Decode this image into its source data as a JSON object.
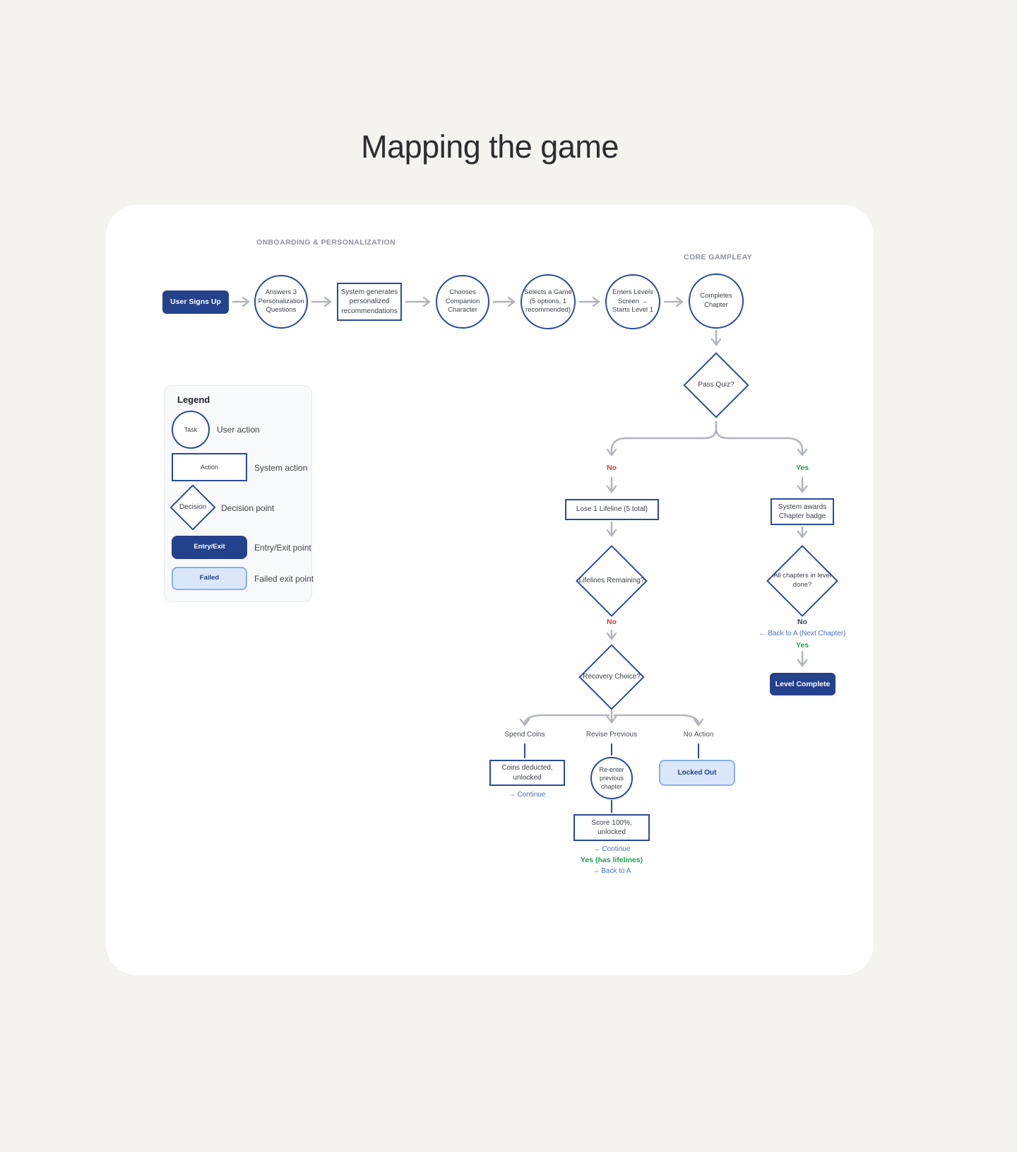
{
  "title": "Mapping the game",
  "sections": {
    "onboarding": "ONBOARDING & PERSONALIZATION",
    "core": "CORE GAMPLEAY"
  },
  "flow": {
    "user_signs_up": "User Signs Up",
    "answers_questions": "Answers 3 Personalization Questions",
    "system_generates": "System generates personalized recommendations",
    "chooses_companion": "Chooses Companion Character",
    "selects_game": "Selects a Game (5 options, 1 recommended)",
    "enters_levels": "Enters Levels Screen → Starts Level 1",
    "completes_chapter": "Completes Chapter",
    "pass_quiz": "Pass Quiz?",
    "pass_quiz_no": "No",
    "pass_quiz_yes": "Yes",
    "lose_lifeline": "Lose 1 Lifeline (5 total)",
    "system_awards": "System awards Chapter badge",
    "lifelines_remaining": "Lifelines Remaining?",
    "lifelines_no": "No",
    "all_chapters_done": "All chapters in level done?",
    "all_chapters_no": "No",
    "back_to_a_next_chapter": "← Back to A (Next Chapter)",
    "all_chapters_yes": "Yes",
    "level_complete": "Level Complete",
    "recovery_choice": "Recovery Choice?",
    "spend_coins": "Spend Coins",
    "revise_previous": "Revise Previous",
    "no_action": "No Action",
    "coins_deducted": "Coins deducted, unlocked",
    "continue_spend": "→ Continue",
    "reenter_chapter": "Re-enter previous chapter",
    "score_100": "Score 100%, unlocked",
    "continue_revise": "→ Continue",
    "yes_has_lifelines": "Yes (has lifelines)",
    "back_to_a": "→ Back to A",
    "locked_out": "Locked Out"
  },
  "legend": {
    "title": "Legend",
    "items": [
      {
        "shape_label": "Task",
        "label": "User action"
      },
      {
        "shape_label": "Action",
        "label": "System action"
      },
      {
        "shape_label": "Decision",
        "label": "Decision point"
      },
      {
        "shape_label": "Entry/Exit",
        "label": "Entry/Exit point"
      },
      {
        "shape_label": "Failed",
        "label": "Failed exit point"
      }
    ]
  },
  "colors": {
    "background": "#f4f3f0",
    "card": "#ffffff",
    "navy_fill": "#24418c",
    "navy_border": "#2b4a9c",
    "light_blue_fill": "#d9e7f8",
    "light_blue_border": "#8ab0e4",
    "arrow_gray": "#b2b6bc",
    "no_red": "#d23b3b",
    "yes_green": "#1f9d54",
    "link_blue": "#4a6fc4",
    "section_gray": "#8b919b"
  }
}
